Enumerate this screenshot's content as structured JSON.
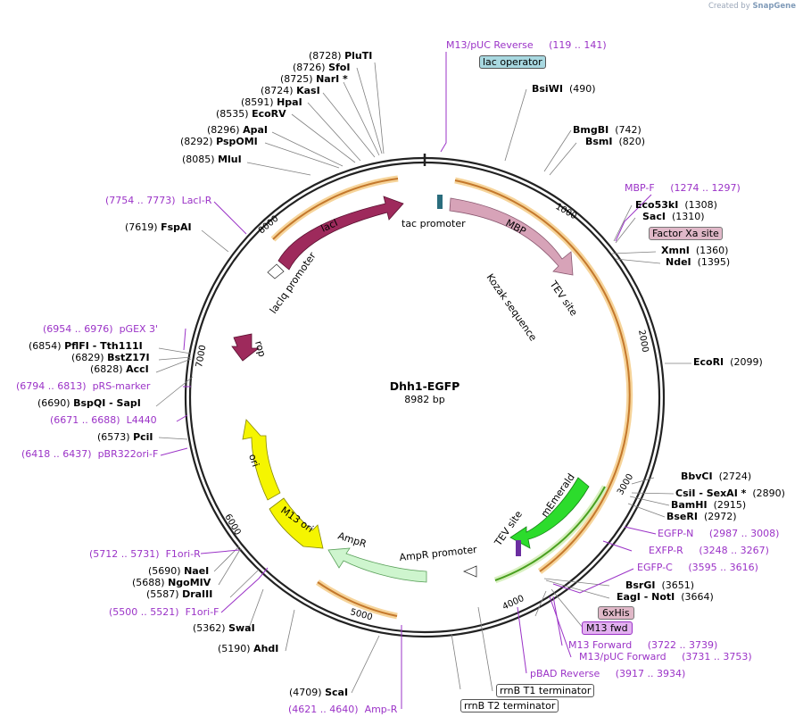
{
  "plasmid": {
    "name": "Dhh1-EGFP",
    "length_label": "8982 bp",
    "length": 8982
  },
  "credit": {
    "prefix": "Created by",
    "brand": "SnapGene"
  },
  "colors": {
    "backbone": "#222222",
    "enzyme_line": "#7f7f7f",
    "primer": "#9b33c7",
    "lacI": "#a0285e",
    "mbp": "#d4a5b7",
    "mEmerald": "#22d922",
    "ampR": "#c8f7c8",
    "ori": "#f4f400",
    "orange_arc": "#e5a14a",
    "green_arc": "#66cc33"
  },
  "ticks": [
    "1000",
    "2000",
    "3000",
    "4000",
    "5000",
    "6000",
    "7000",
    "8000"
  ],
  "enzymes": [
    {
      "pos": "(8728)",
      "name": "PluTI",
      "label": "(8728) PluTI"
    },
    {
      "pos": "(8726)",
      "name": "SfoI",
      "label": "(8726) SfoI"
    },
    {
      "pos": "(8725)",
      "name": "NarI *",
      "label": "(8725) NarI *"
    },
    {
      "pos": "(8724)",
      "name": "KasI",
      "label": "(8724) KasI"
    },
    {
      "pos": "(8591)",
      "name": "HpaI",
      "label": "(8591) HpaI"
    },
    {
      "pos": "(8535)",
      "name": "EcoRV",
      "label": "(8535) EcoRV"
    },
    {
      "pos": "(8296)",
      "name": "ApaI",
      "label": "(8296) ApaI"
    },
    {
      "pos": "(8292)",
      "name": "PspOMI",
      "label": "(8292) PspOMI"
    },
    {
      "pos": "(8085)",
      "name": "MluI",
      "label": "(8085) MluI"
    },
    {
      "pos": "(7619)",
      "name": "FspAI",
      "label": "(7619) FspAI"
    },
    {
      "pos": "(6854)",
      "name": "PflFI - Tth111I",
      "label": "(6854) PflFI - Tth111I"
    },
    {
      "pos": "(6829)",
      "name": "BstZ17I",
      "label": "(6829) BstZ17I"
    },
    {
      "pos": "(6828)",
      "name": "AccI",
      "label": "(6828) AccI"
    },
    {
      "pos": "(6690)",
      "name": "BspQI - SapI",
      "label": "(6690) BspQI - SapI"
    },
    {
      "pos": "(6573)",
      "name": "PciI",
      "label": "(6573) PciI"
    },
    {
      "pos": "(5690)",
      "name": "NaeI",
      "label": "(5690) NaeI"
    },
    {
      "pos": "(5688)",
      "name": "NgoMIV",
      "label": "(5688) NgoMIV"
    },
    {
      "pos": "(5587)",
      "name": "DraIII",
      "label": "(5587) DraIII"
    },
    {
      "pos": "(5362)",
      "name": "SwaI",
      "label": "(5362) SwaI"
    },
    {
      "pos": "(5190)",
      "name": "AhdI",
      "label": "(5190) AhdI"
    },
    {
      "pos": "(4709)",
      "name": "ScaI",
      "label": "(4709) ScaI"
    },
    {
      "pos": "(490)",
      "name": "BsiWI",
      "label": "BsiWI (490)"
    },
    {
      "pos": "(742)",
      "name": "BmgBI",
      "label": "BmgBI (742)"
    },
    {
      "pos": "(820)",
      "name": "BsmI",
      "label": "BsmI (820)"
    },
    {
      "pos": "(1308)",
      "name": "Eco53kI",
      "label": "Eco53kI (1308)"
    },
    {
      "pos": "(1310)",
      "name": "SacI",
      "label": "SacI (1310)"
    },
    {
      "pos": "(1360)",
      "name": "XmnI",
      "label": "XmnI (1360)"
    },
    {
      "pos": "(1395)",
      "name": "NdeI",
      "label": "NdeI (1395)"
    },
    {
      "pos": "(2099)",
      "name": "EcoRI",
      "label": "EcoRI (2099)"
    },
    {
      "pos": "(2724)",
      "name": "BbvCI",
      "label": "BbvCI (2724)"
    },
    {
      "pos": "(2890)",
      "name": "CsiI - SexAI *",
      "label": "CsiI - SexAI * (2890)"
    },
    {
      "pos": "(2915)",
      "name": "BamHI",
      "label": "BamHI (2915)"
    },
    {
      "pos": "(2972)",
      "name": "BseRI",
      "label": "BseRI (2972)"
    },
    {
      "pos": "(3651)",
      "name": "BsrGI",
      "label": "BsrGI (3651)"
    },
    {
      "pos": "(3664)",
      "name": "EagI - NotI",
      "label": "EagI - NotI (3664)"
    }
  ],
  "primers": [
    {
      "name": "M13/pUC Reverse",
      "range": "(119 .. 141)"
    },
    {
      "name": "LacI-R",
      "range": "(7754 .. 7773)"
    },
    {
      "name": "MBP-F",
      "range": "(1274 .. 1297)"
    },
    {
      "name": "pGEX 3'",
      "range": "(6954 .. 6976)"
    },
    {
      "name": "pRS-marker",
      "range": "(6794 .. 6813)"
    },
    {
      "name": "L4440",
      "range": "(6671 .. 6688)"
    },
    {
      "name": "pBR322ori-F",
      "range": "(6418 .. 6437)"
    },
    {
      "name": "F1ori-R",
      "range": "(5712 .. 5731)"
    },
    {
      "name": "F1ori-F",
      "range": "(5500 .. 5521)"
    },
    {
      "name": "Amp-R",
      "range": "(4621 .. 4640)"
    },
    {
      "name": "EGFP-N",
      "range": "(2987 .. 3008)"
    },
    {
      "name": "EXFP-R",
      "range": "(3248 .. 3267)"
    },
    {
      "name": "EGFP-C",
      "range": "(3595 .. 3616)"
    },
    {
      "name": "M13 Forward",
      "range": "(3722 .. 3739)"
    },
    {
      "name": "M13/pUC Forward",
      "range": "(3731 .. 3753)"
    },
    {
      "name": "pBAD Reverse",
      "range": "(3917 .. 3934)"
    }
  ],
  "boxed_labels": [
    "lac operator",
    "Factor Xa site",
    "6xHis",
    "M13 fwd",
    "rrnB T1 terminator",
    "rrnB T2 terminator"
  ],
  "features": [
    "lacI",
    "tac promoter",
    "MBP",
    "Kozak sequence",
    "TEV site",
    "lacIq promoter",
    "rop",
    "ori",
    "M13 ori",
    "AmpR",
    "AmpR promoter",
    "mEmerald",
    "TEV site"
  ]
}
